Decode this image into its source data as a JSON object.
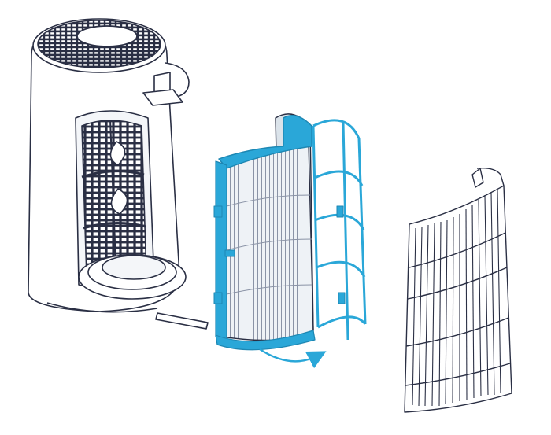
{
  "diagram": {
    "colors": {
      "outline": "#2a2f44",
      "accent": "#2aa7d8",
      "accent_light": "#7fd0ee",
      "filter_fill": "#e7ecf1",
      "background": "#ffffff"
    },
    "parts": [
      {
        "id": "purifier-body",
        "icon": "air-purifier-body"
      },
      {
        "id": "hepa-filter",
        "icon": "cylindrical-filter"
      },
      {
        "id": "filter-cage",
        "icon": "filter-frame"
      },
      {
        "id": "outer-grille",
        "icon": "curved-grille"
      }
    ],
    "arrow": {
      "icon": "rotate-arrow",
      "direction": "clockwise"
    }
  }
}
